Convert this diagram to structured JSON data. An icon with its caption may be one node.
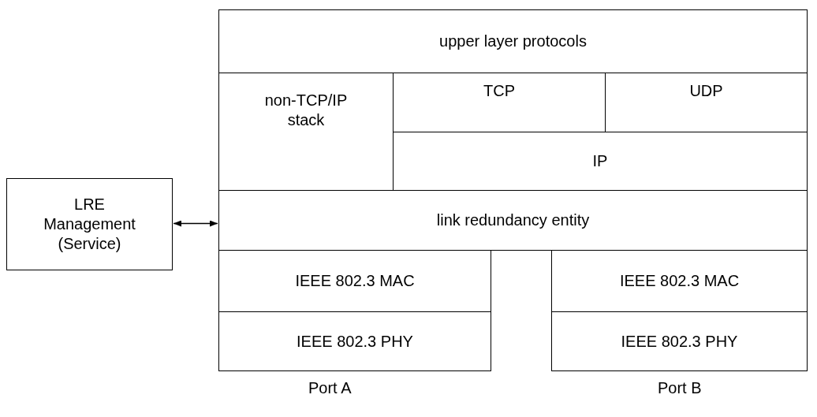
{
  "diagram": {
    "nodes": [
      {
        "text": [
          "LRE Management (Service)"
        ]
      },
      {
        "text": [
          "upper layer protocols"
        ]
      },
      {
        "text": [
          "non-TCP/IP stack"
        ]
      },
      {
        "text": [
          "TCP"
        ]
      },
      {
        "text": [
          "UDP"
        ]
      },
      {
        "text": [
          "IP"
        ]
      },
      {
        "text": [
          "link redundancy entity"
        ]
      },
      {
        "text": [
          "IEEE 802.3 MAC"
        ]
      },
      {
        "text": [
          "IEEE 802.3 PHY"
        ]
      },
      {
        "text": [
          "IEEE 802.3 MAC"
        ]
      },
      {
        "text": [
          "IEEE 802.3 PHY"
        ]
      }
    ],
    "edges": [
      {
        "from": 0,
        "to": 6,
        "arrow": "both"
      }
    ],
    "labels": [
      "Port A",
      "Port B"
    ]
  }
}
